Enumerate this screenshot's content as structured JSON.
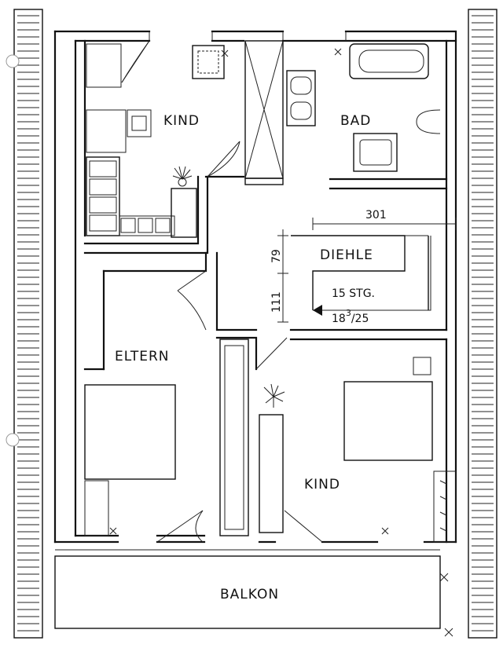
{
  "rooms": {
    "kind_top": "KIND",
    "bad": "BAD",
    "diehle": "DIEHLE",
    "eltern": "ELTERN",
    "kind_bottom": "KIND",
    "balkon": "BALKON"
  },
  "dimensions": {
    "width_label": "301",
    "height_upper": "79",
    "height_lower": "111"
  },
  "stairs": {
    "steps_label": "15 STG.",
    "ratio_main": "18",
    "ratio_sup": "3",
    "ratio_tail": "/25"
  }
}
